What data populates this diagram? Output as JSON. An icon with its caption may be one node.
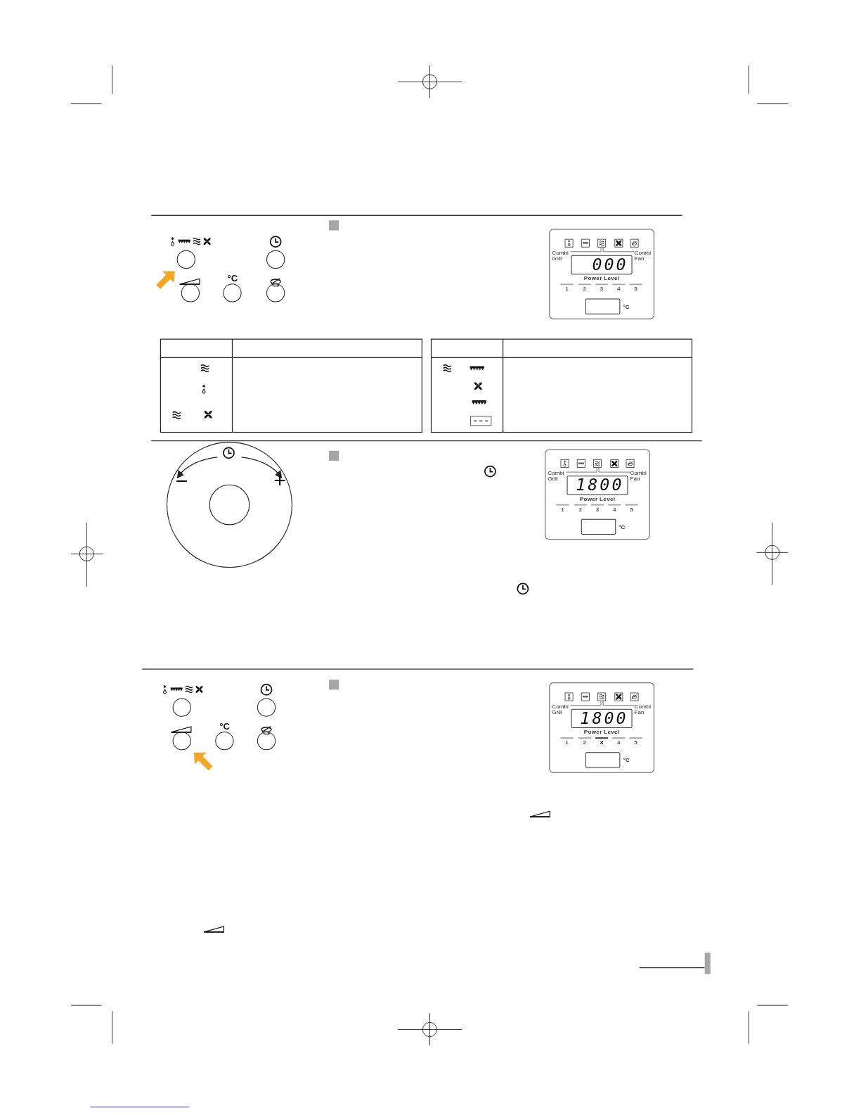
{
  "diagram": {
    "nodes": [
      {
        "text": [
          "Combi Grill",
          "Combi Fan",
          "Power Level",
          "1",
          "2",
          "3",
          "4",
          "5",
          "°C"
        ]
      },
      {
        "text": [
          "000"
        ],
        "in": 0
      },
      {
        "text": [],
        "shape": "box",
        "in": 0
      },
      {
        "text": [
          "Combi Grill",
          "Combi Fan",
          "Power Level",
          "1",
          "2",
          "3",
          "4",
          "5",
          "°C"
        ]
      },
      {
        "text": [
          "1800"
        ],
        "in": 3
      },
      {
        "text": [],
        "shape": "box",
        "in": 3
      },
      {
        "text": [
          "Combi Grill",
          "Combi Fan",
          "Power Level",
          "1",
          "2",
          "3",
          "4",
          "5",
          "°C"
        ]
      },
      {
        "text": [
          "1800"
        ],
        "in": 6
      },
      {
        "text": [],
        "shape": "box",
        "in": 6
      }
    ],
    "labels": [
      "°C",
      "−",
      "+",
      "°C"
    ]
  }
}
